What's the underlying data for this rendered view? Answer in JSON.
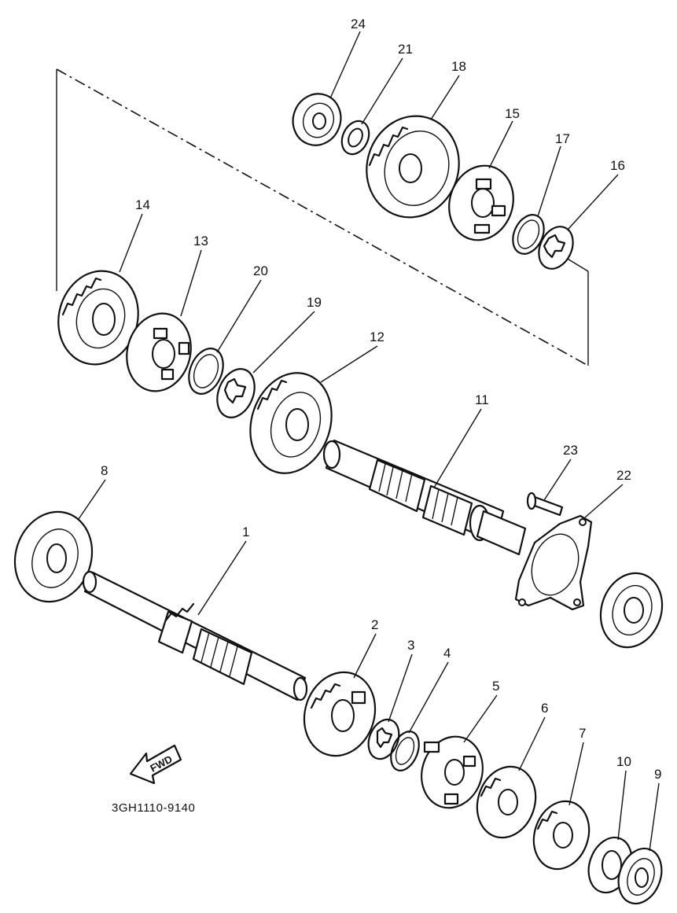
{
  "diagram": {
    "part_code": "3GH1110-9140",
    "fwd_label": "FWD",
    "callouts": [
      {
        "id": "c1",
        "label": "1"
      },
      {
        "id": "c2",
        "label": "2"
      },
      {
        "id": "c3",
        "label": "3"
      },
      {
        "id": "c4",
        "label": "4"
      },
      {
        "id": "c5",
        "label": "5"
      },
      {
        "id": "c6",
        "label": "6"
      },
      {
        "id": "c7",
        "label": "7"
      },
      {
        "id": "c8",
        "label": "8"
      },
      {
        "id": "c9",
        "label": "9"
      },
      {
        "id": "c10",
        "label": "10"
      },
      {
        "id": "c11",
        "label": "11"
      },
      {
        "id": "c12",
        "label": "12"
      },
      {
        "id": "c13",
        "label": "13"
      },
      {
        "id": "c14",
        "label": "14"
      },
      {
        "id": "c15",
        "label": "15"
      },
      {
        "id": "c16",
        "label": "16"
      },
      {
        "id": "c17",
        "label": "17"
      },
      {
        "id": "c18",
        "label": "18"
      },
      {
        "id": "c19",
        "label": "19"
      },
      {
        "id": "c20",
        "label": "20"
      },
      {
        "id": "c21",
        "label": "21"
      },
      {
        "id": "c22",
        "label": "22"
      },
      {
        "id": "c23",
        "label": "23"
      },
      {
        "id": "c24",
        "label": "24"
      }
    ]
  }
}
